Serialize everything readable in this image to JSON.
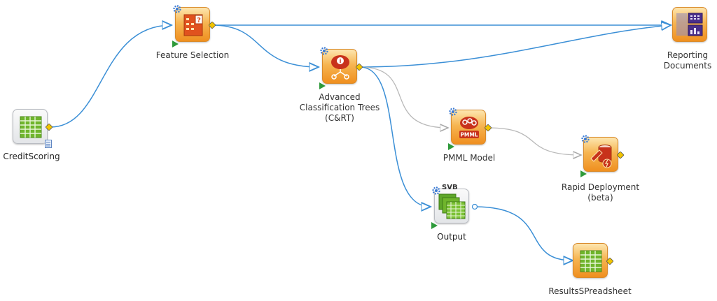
{
  "nodes": {
    "credit_scoring": {
      "label": "CreditScoring"
    },
    "feature_selection": {
      "label": "Feature Selection"
    },
    "cart": {
      "label_line1": "Advanced",
      "label_line2": "Classification Trees",
      "label_line3": "(C&RT)"
    },
    "pmml_model": {
      "label": "PMML Model",
      "badge": "PMML"
    },
    "rapid_deployment": {
      "label_line1": "Rapid Deployment",
      "label_line2": "(beta)"
    },
    "output": {
      "label": "Output",
      "badge": "SVB"
    },
    "results_spreadsheet": {
      "label": "ResultsSPreadsheet"
    },
    "reporting_documents": {
      "label_line1": "Reporting",
      "label_line2": "Documents"
    }
  },
  "colors": {
    "link_blue": "#3b8fd6",
    "link_gray": "#b8b8b8",
    "node_orange": "#ef8f1f",
    "grid_green": "#6fb52c",
    "port_yellow": "#f2c400",
    "play_green": "#2e9a3a"
  },
  "icons": {
    "credit_scoring": "spreadsheet-icon",
    "feature_selection": "feature-selection-icon",
    "cart": "classification-tree-icon",
    "pmml_model": "pmml-model-icon",
    "rapid_deployment": "rapid-deployment-icon",
    "output": "output-workbooks-icon",
    "results_spreadsheet": "spreadsheet-icon",
    "reporting_documents": "reporting-documents-icon"
  }
}
